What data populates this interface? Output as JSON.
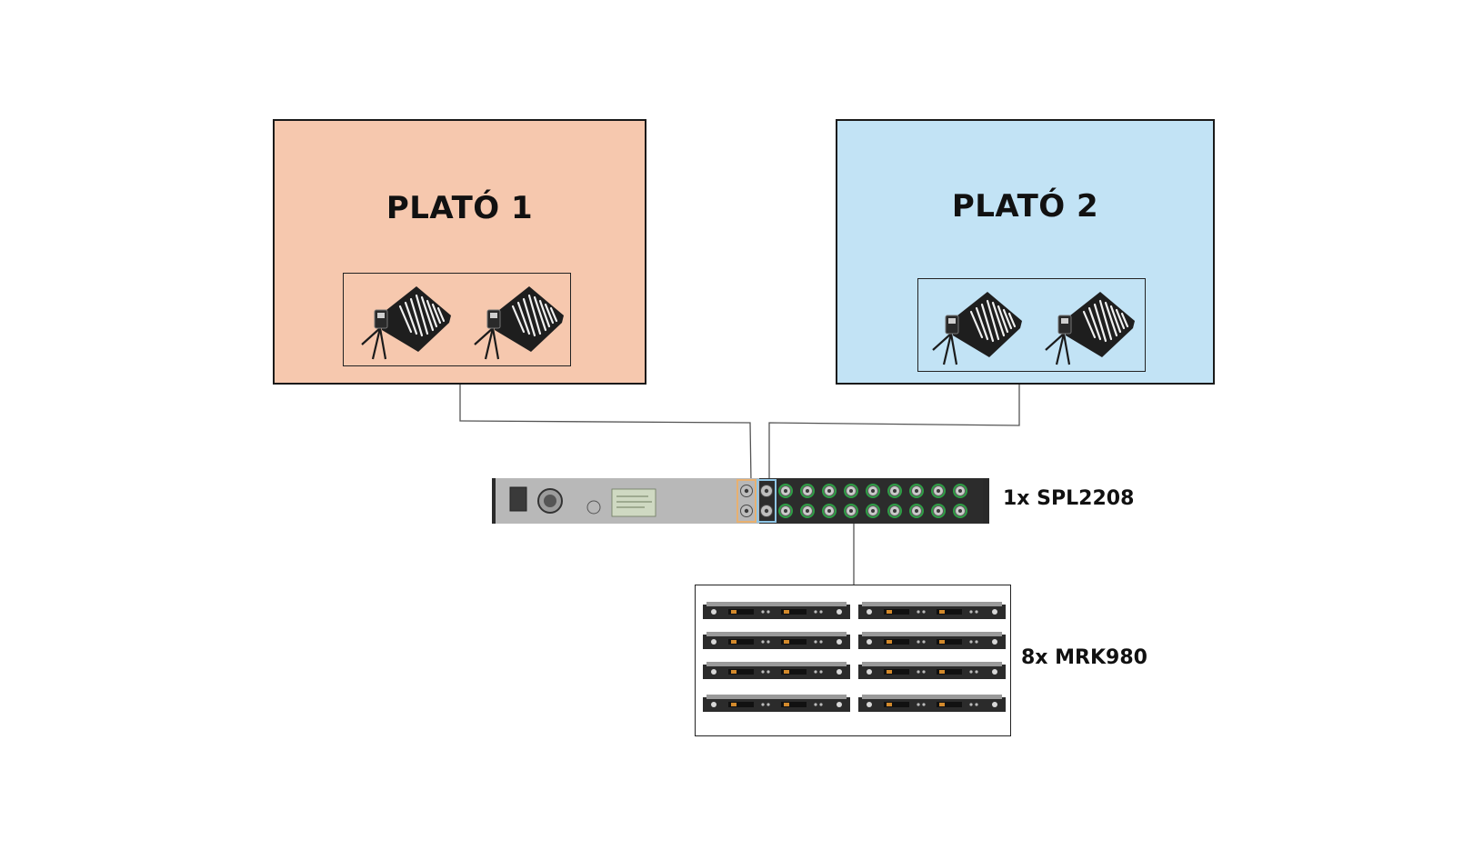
{
  "studios": [
    {
      "title": "PLATÓ 1",
      "color": "#f6c8ae",
      "antenna_count": 2
    },
    {
      "title": "PLATÓ 2",
      "color": "#c2e3f5",
      "antenna_count": 2
    }
  ],
  "devices": {
    "splitter": {
      "label": "1x SPL2208"
    },
    "receivers": {
      "label": "8x MRK980",
      "count": 8
    }
  },
  "colors": {
    "wire": "#555555",
    "port_green": "#2e9e45",
    "port_orange_outline": "#e8b070",
    "port_blue_outline": "#8fc6e6",
    "rack_body": "#b8b8b8"
  },
  "icons": {
    "antenna": "log-periodic-antenna-icon",
    "splitter": "rack-splitter-icon",
    "receiver": "rack-receiver-icon"
  }
}
